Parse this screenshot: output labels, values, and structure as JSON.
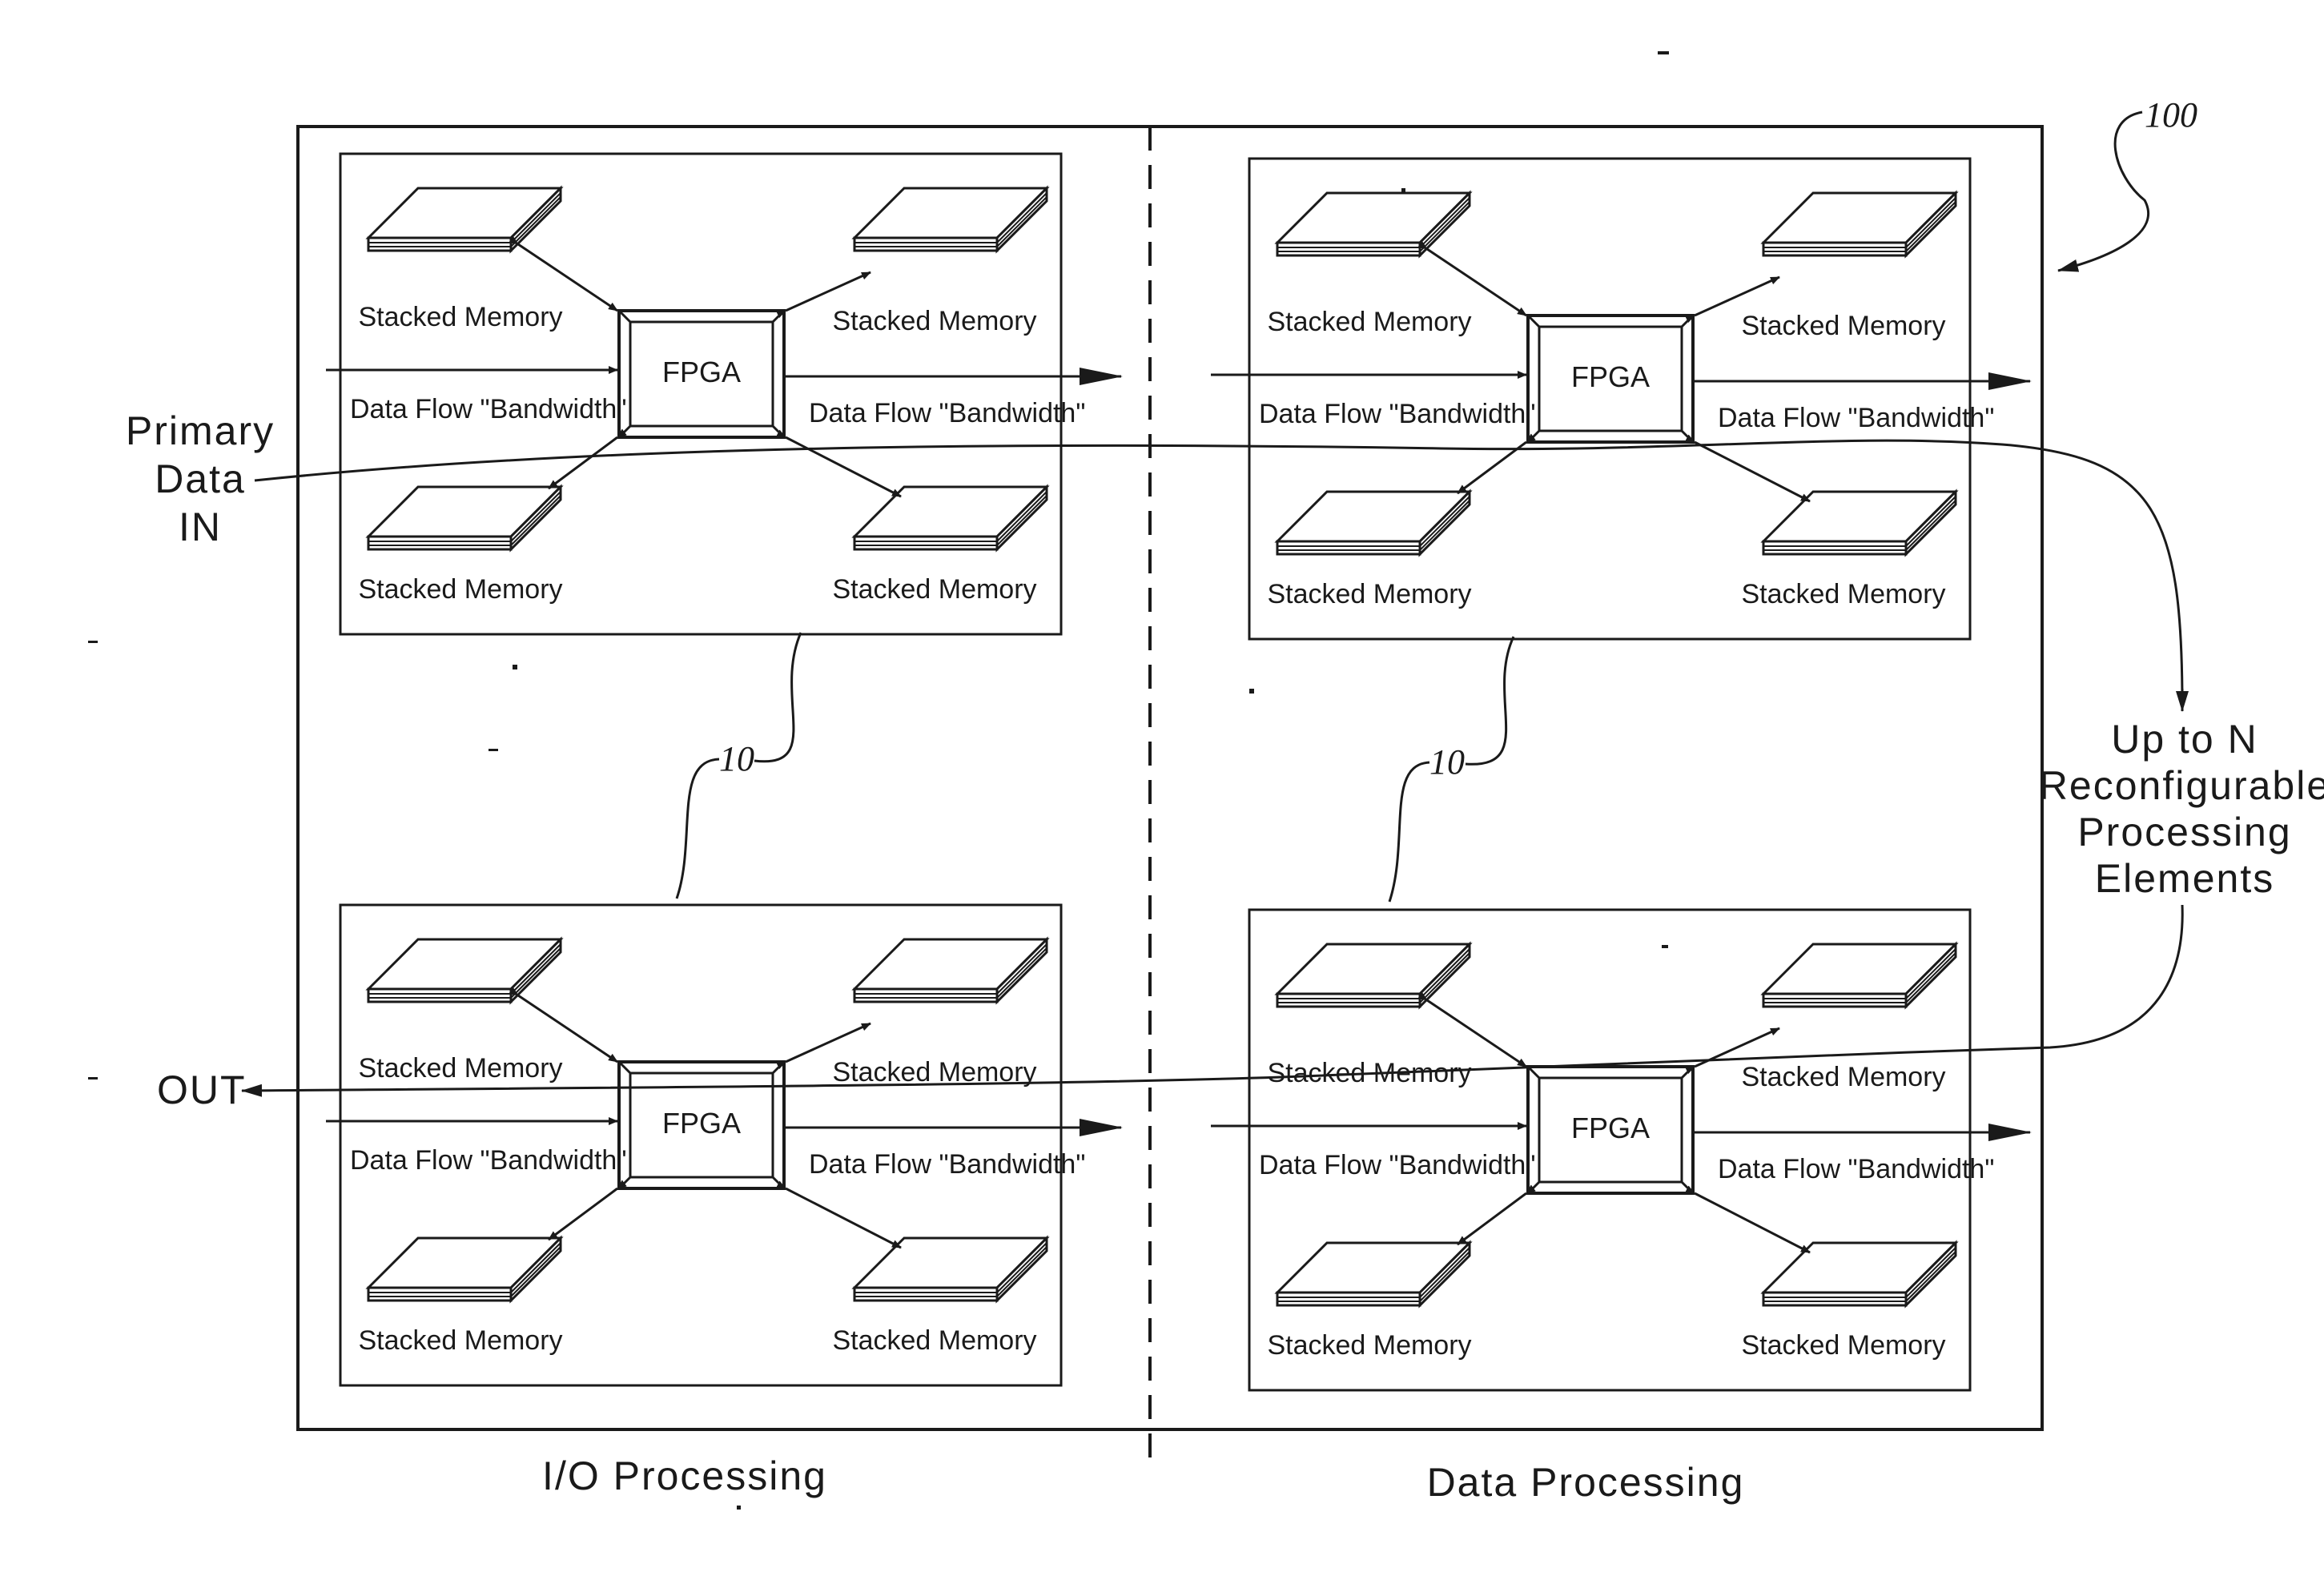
{
  "ref_system": "100",
  "ref_element": "10",
  "left_section_label": "I/O Processing",
  "right_section_label": "Data Processing",
  "input_label_lines": [
    "Primary",
    "Data",
    "IN"
  ],
  "output_label": "OUT",
  "side_note_lines": [
    "Up to N",
    "Reconfigurable",
    "Processing",
    "Elements"
  ],
  "element": {
    "fpga_label": "FPGA",
    "memory_label": "Stacked Memory",
    "flow_label": "Data Flow \"Bandwidth\""
  }
}
